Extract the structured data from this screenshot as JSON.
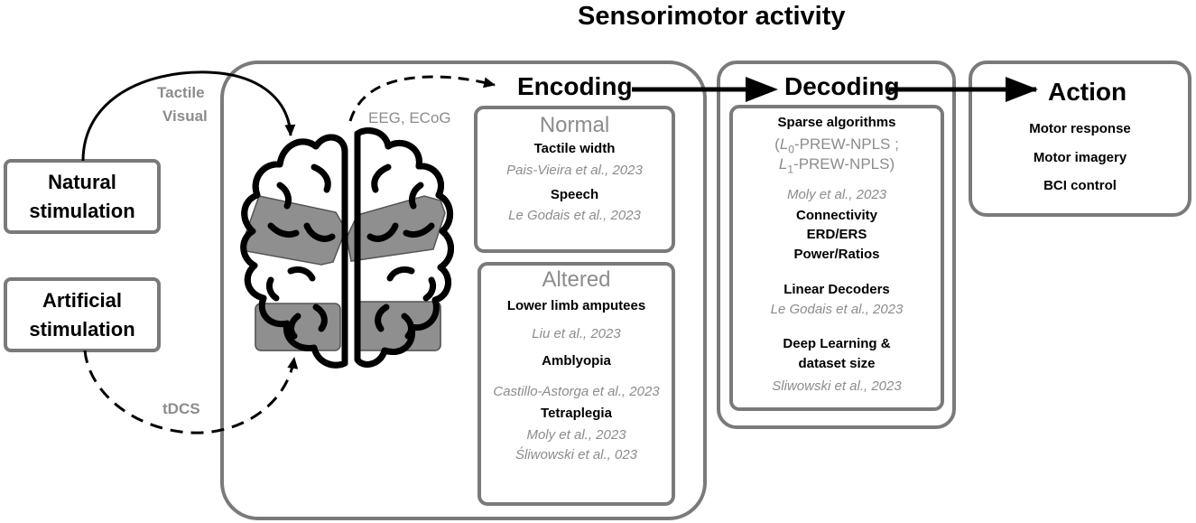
{
  "title": "Sensorimotor activity",
  "natural_stimulation": {
    "line1": "Natural",
    "line2": "stimulation"
  },
  "artificial_stimulation": {
    "line1": "Artificial",
    "line2": "stimulation"
  },
  "arrows": {
    "tactile": "Tactile",
    "visual": "Visual",
    "eeg_ecog": "EEG, ECoG",
    "tdcs": "tDCS"
  },
  "encoding": {
    "title": "Encoding",
    "normal": {
      "title": "Normal",
      "items": [
        {
          "label": "Tactile width",
          "ref": "Pais-Vieira et al., 2023"
        },
        {
          "label": "Speech",
          "ref": "Le Godais et al., 2023"
        }
      ]
    },
    "altered": {
      "title": "Altered",
      "items": [
        {
          "label": "Lower limb amputees",
          "ref": "Liu et al., 2023"
        },
        {
          "label": "Amblyopia",
          "ref": "Castillo-Astorga et al., 2023"
        },
        {
          "label": "Tetraplegia",
          "ref": "Moly et al., 2023",
          "ref2": "Śliwowski et al., 023"
        }
      ]
    }
  },
  "decoding": {
    "title": "Decoding",
    "sparse": {
      "label": "Sparse algorithms",
      "alg1_prefix": "L",
      "alg1_sub": "0",
      "alg1_suffix": "-PREW-NPLS ;",
      "alg2_prefix": "L",
      "alg2_sub": "1",
      "alg2_suffix": "-PREW-NPLS)",
      "open_paren": "(",
      "ref": "Moly et al., 2023"
    },
    "connectivity": "Connectivity",
    "erd_ers": "ERD/ERS",
    "power": "Power/Ratios",
    "linear": {
      "label": "Linear Decoders",
      "ref": "Le Godais et al., 2023"
    },
    "deep": {
      "line1": "Deep Learning &",
      "line2": "dataset size",
      "ref": "Sliwowski et al., 2023"
    }
  },
  "action": {
    "title": "Action",
    "items": [
      "Motor response",
      "Motor imagery",
      "BCI control"
    ]
  }
}
